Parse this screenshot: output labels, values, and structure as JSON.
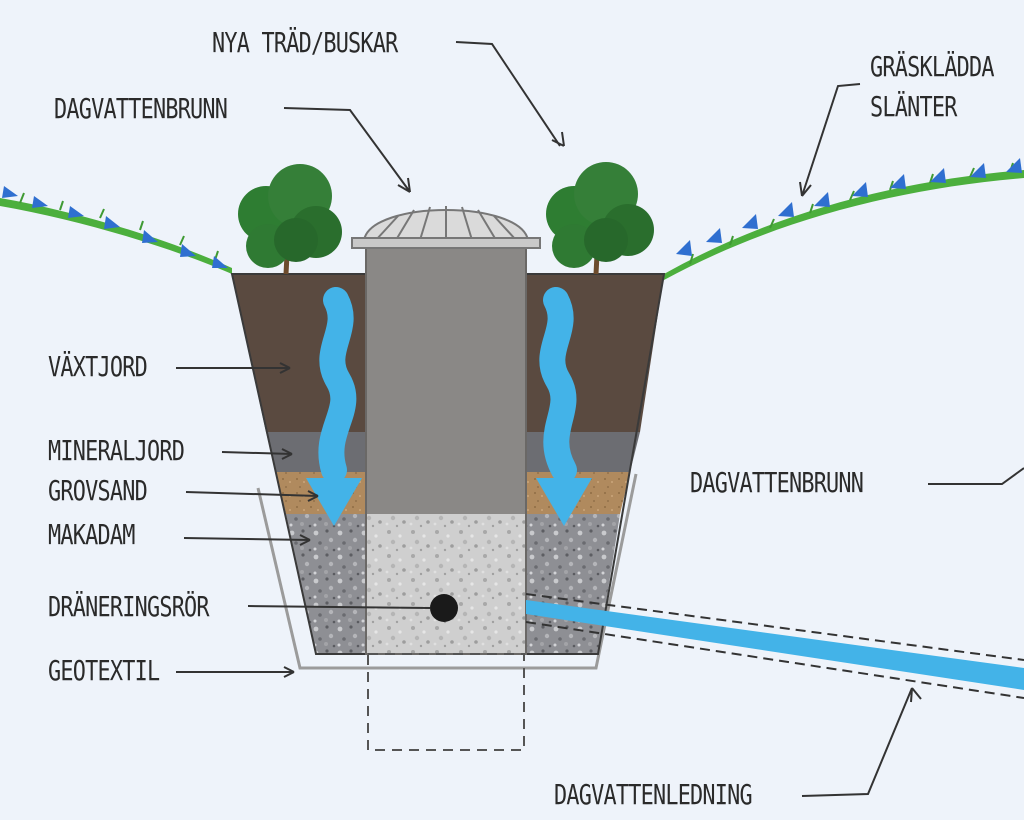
{
  "labels": {
    "trees": "NYA TRÄD/BUSKAR",
    "well_top": "DAGVATTENBRUNN",
    "grass_slopes_1": "GRÄSKLÄDDA",
    "grass_slopes_2": "SLÄNTER",
    "topsoil": "VÄXTJORD",
    "mineral_soil": "MINERALJORD",
    "coarse_sand": "GROVSAND",
    "macadam": "MAKADAM",
    "drain_pipe": "DRÄNERINGSRÖR",
    "geotextile": "GEOTEXTIL",
    "well_right": "DAGVATTENBRUNN",
    "stormwater_pipe": "DAGVATTENLEDNING"
  },
  "colors": {
    "background": "#eef3fa",
    "topsoil": "#5a4a40",
    "mineral_soil": "#6c6d72",
    "coarse_sand": "#b08a5e",
    "macadam": "#8e8f94",
    "well_shaft": "#8a8886",
    "water": "#43b3e8",
    "grass": "#4caf3d",
    "tree": "#2e7d32"
  }
}
